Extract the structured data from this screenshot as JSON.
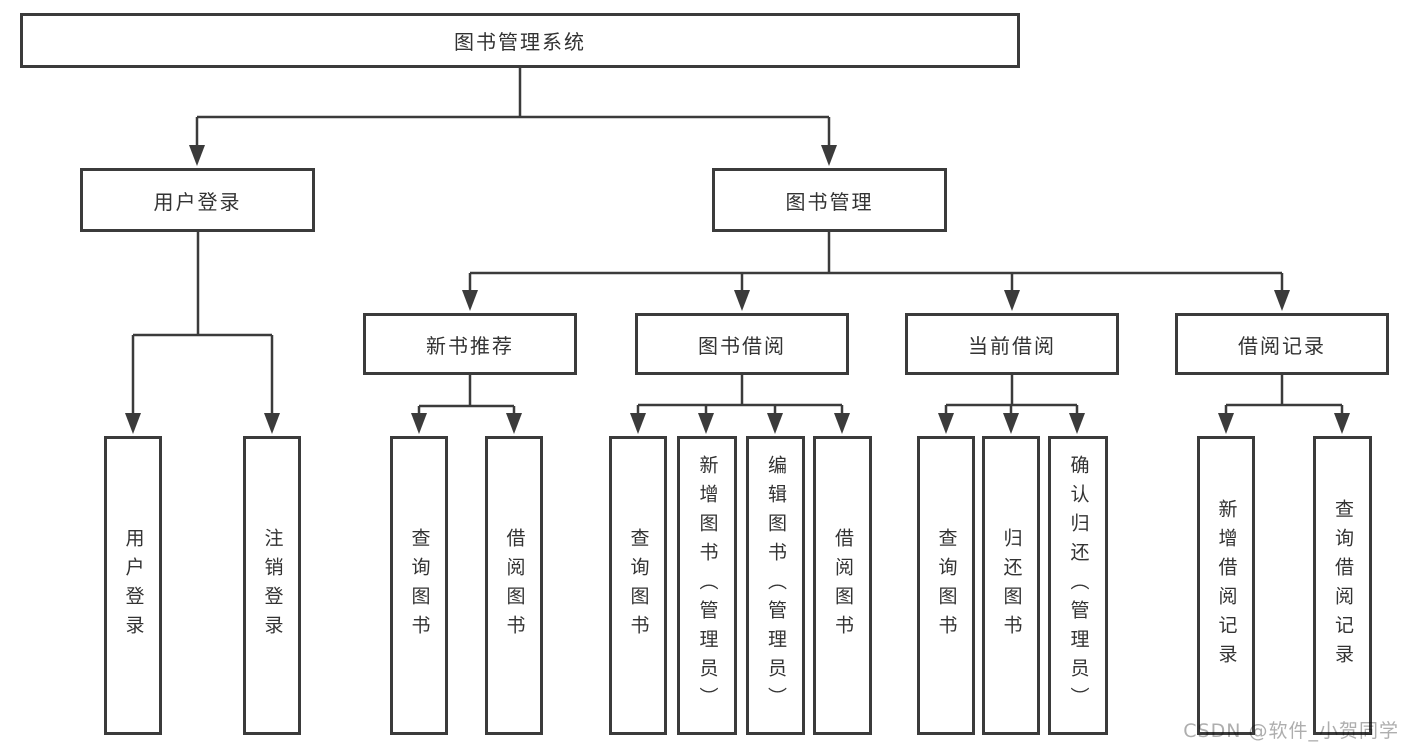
{
  "watermark": "CSDN @软件_小贺同学",
  "colors": {
    "line": "#3b3b3b",
    "box_border": "#3b3b3b",
    "box_fill": "#ffffff",
    "text": "#333333",
    "watermark": "#aeaeae",
    "background": "#ffffff"
  },
  "root": {
    "label": "图书管理系统"
  },
  "branches": [
    {
      "label": "用户登录",
      "children": [
        {
          "label": "用户登录"
        },
        {
          "label": "注销登录"
        }
      ]
    },
    {
      "label": "图书管理",
      "children": [
        {
          "label": "新书推荐",
          "children": [
            {
              "label": "查询图书"
            },
            {
              "label": "借阅图书"
            }
          ]
        },
        {
          "label": "图书借阅",
          "children": [
            {
              "label": "查询图书"
            },
            {
              "label": "新增图书（管理员）"
            },
            {
              "label": "编辑图书（管理员）"
            },
            {
              "label": "借阅图书"
            }
          ]
        },
        {
          "label": "当前借阅",
          "children": [
            {
              "label": "查询图书"
            },
            {
              "label": "归还图书"
            },
            {
              "label": "确认归还（管理员）"
            }
          ]
        },
        {
          "label": "借阅记录",
          "children": [
            {
              "label": "新增借阅记录"
            },
            {
              "label": "查询借阅记录"
            }
          ]
        }
      ]
    }
  ]
}
